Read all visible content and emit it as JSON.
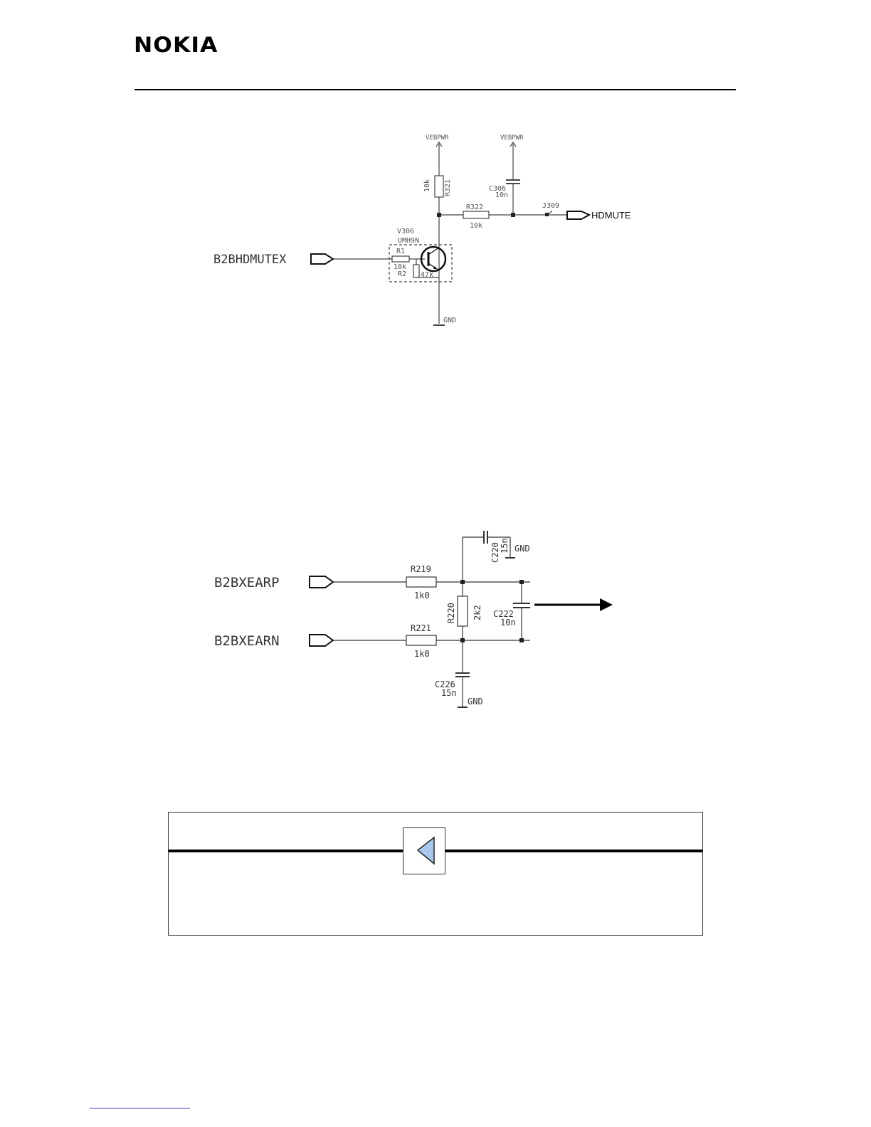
{
  "header": {
    "logo_text": "NOKIA"
  },
  "diagram1": {
    "supply_left": "VEBPWR",
    "supply_right": "VEBPWR",
    "r321_name": "R321",
    "r321_value": "10k",
    "c306_name": "C306",
    "c306_value": "10n",
    "r322_name": "R322",
    "r322_value": "10k",
    "j309_name": "J309",
    "output_label": "HDMUTE",
    "input_label": "B2BHDMUTEX",
    "v306_name": "V306",
    "v306_part": "UMH9N",
    "r1_name": "R1",
    "r1_value": "10k",
    "r2_name": "R2",
    "r2_value": "47k",
    "gnd_label": "GND"
  },
  "diagram2": {
    "input_p": "B2BXEARP",
    "input_n": "B2BXEARN",
    "r219_name": "R219",
    "r219_value": "1k0",
    "r221_name": "R221",
    "r221_value": "1k0",
    "r220_name": "R220",
    "r220_value": "2k2",
    "c220_name": "C220",
    "c220_value": "15n",
    "c222_name": "C222",
    "c222_value": "10n",
    "c226_name": "C226",
    "c226_value": "15n",
    "gnd_top": "GND",
    "gnd_bottom": "GND"
  },
  "nav_box": {
    "icon": "triangle-left-icon",
    "accent_color": "#a9c9ec"
  }
}
